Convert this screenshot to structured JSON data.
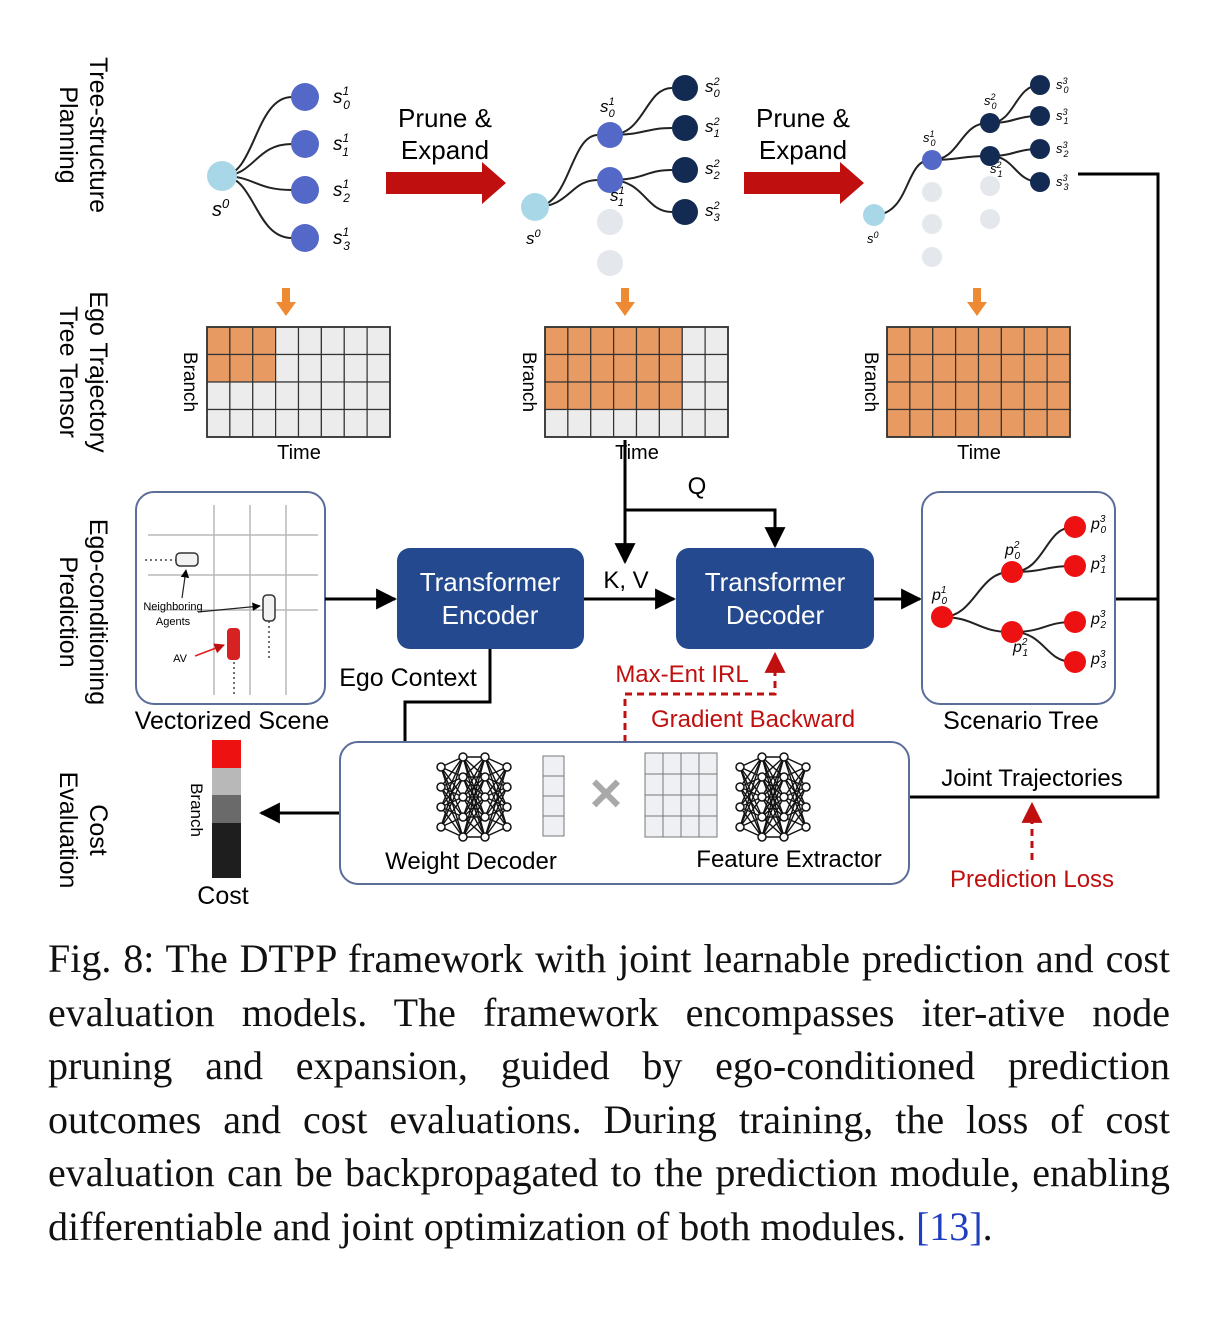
{
  "rows": {
    "r1": [
      "Tree-structure",
      "Planning"
    ],
    "r2": [
      "Ego Trajectory",
      "Tree Tensor"
    ],
    "r3": [
      "Ego-conditioning",
      "Prediction"
    ],
    "r4": [
      "Cost",
      "Evaluation"
    ]
  },
  "tree": {
    "prune_expand_line1": "Prune &",
    "prune_expand_line2": "Expand",
    "root": "s",
    "root_sup": "0",
    "node_base": "s"
  },
  "tensor": {
    "branch_label": "Branch",
    "time_label": "Time",
    "filled_fraction": [
      0.375,
      0.75,
      1.0
    ],
    "filled_rows": [
      2,
      3,
      4
    ]
  },
  "scene": {
    "caption": "Vectorized Scene",
    "neighbors_line1": "Neighboring",
    "neighbors_line2": "Agents",
    "av_label": "AV"
  },
  "encoder": {
    "line1": "Transformer",
    "line2": "Encoder"
  },
  "decoder": {
    "line1": "Transformer",
    "line2": "Decoder"
  },
  "labels": {
    "q": "Q",
    "kv": "K, V",
    "ego_context": "Ego Context",
    "max_ent": "Max-Ent IRL",
    "gradient_backward": "Gradient Backward",
    "joint_trajectories": "Joint Trajectories",
    "prediction_loss": "Prediction Loss"
  },
  "scenario": {
    "caption": "Scenario Tree",
    "node_base": "p"
  },
  "cost": {
    "branch_label": "Branch",
    "title": "Cost",
    "weight_decoder": "Weight Decoder",
    "feature_extractor": "Feature Extractor",
    "times_symbol": "×"
  },
  "colors": {
    "navy": "#24498e",
    "light_blue": "#a8d8e8",
    "mid_blue": "#5468c8",
    "dark_navy": "#132a52",
    "orange_fill": "#e79a62",
    "orange_arrow": "#ee8a33",
    "dark_red": "#c00f0f",
    "red": "#ee1111",
    "grey_node": "#e4e7ec"
  },
  "caption": {
    "text": "Fig. 8: The DTPP framework with joint learnable prediction and cost evaluation models. The framework encompasses iter-ative node pruning and expansion, guided by ego-conditioned prediction outcomes and cost evaluations. During training, the loss of cost evaluation can be backpropagated to the prediction module, enabling differentiable and joint optimization of both modules. ",
    "ref": "[13]",
    "end": "."
  }
}
